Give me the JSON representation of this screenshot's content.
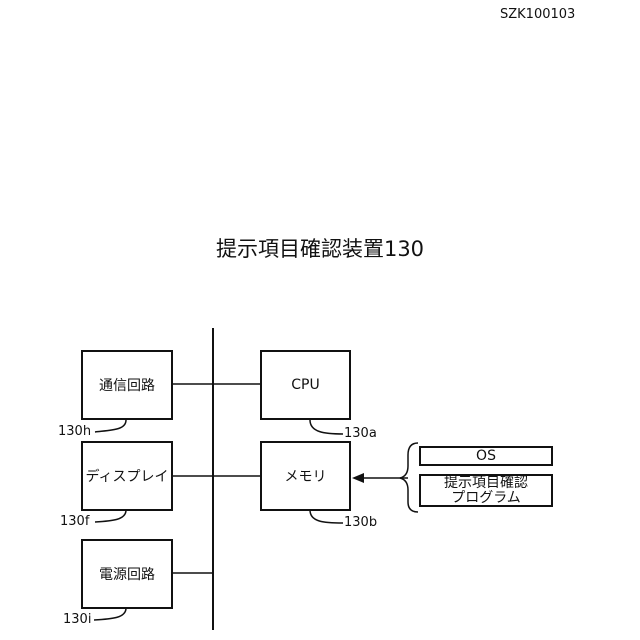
{
  "document_id": "SZK100103",
  "title": "提示項目確認装置130",
  "blocks": {
    "comm": {
      "label": "通信回路",
      "ref": "130h"
    },
    "cpu": {
      "label": "CPU",
      "ref": "130a"
    },
    "display": {
      "label": "ディスプレイ",
      "ref": "130f"
    },
    "memory": {
      "label": "メモリ",
      "ref": "130b"
    },
    "power": {
      "label": "電源回路",
      "ref": "130i"
    }
  },
  "memory_contents": {
    "os": "OS",
    "program_line1": "提示項目確認",
    "program_line2": "プログラム"
  }
}
